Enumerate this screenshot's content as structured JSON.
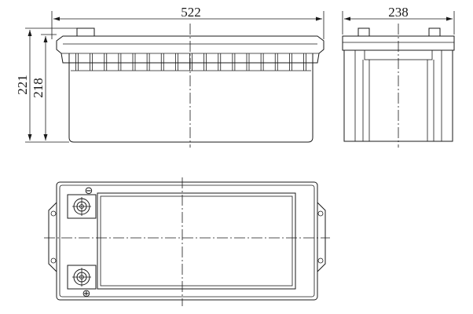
{
  "dimensions": {
    "length": "522",
    "width": "238",
    "total_height": "221",
    "container_height": "218"
  },
  "terminals": {
    "negative_symbol": "⊖",
    "positive_symbol": "⊕"
  },
  "colors": {
    "line": "#1a1a1a",
    "background": "#ffffff"
  }
}
